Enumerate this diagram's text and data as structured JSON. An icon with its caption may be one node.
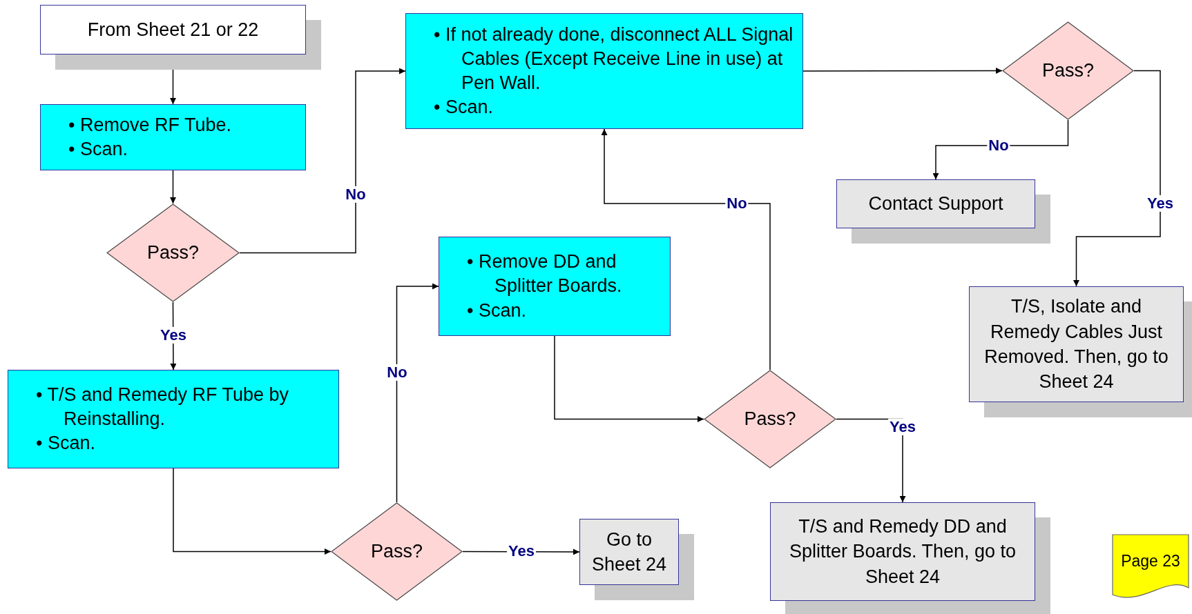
{
  "diagram": {
    "nodes": [
      {
        "text": [
          "From Sheet 21 or 22"
        ]
      },
      {
        "text": [
          "• Remove RF Tube.",
          "• Scan."
        ]
      },
      {
        "text": [
          "Pass?"
        ]
      },
      {
        "text": [
          "• T/S and Remedy RF Tube by Reinstalling.",
          "• Scan."
        ]
      },
      {
        "text": [
          "Pass?"
        ]
      },
      {
        "text": [
          "Go to Sheet 24"
        ]
      },
      {
        "text": [
          "• Remove DD and Splitter Boards.",
          "• Scan."
        ]
      },
      {
        "text": [
          "Pass?"
        ]
      },
      {
        "text": [
          "T/S and Remedy DD and Splitter Boards. Then, go to Sheet 24"
        ]
      },
      {
        "text": [
          "• If not already done, disconnect ALL Signal Cables (Except Receive Line in use) at Pen Wall.",
          "• Scan."
        ]
      },
      {
        "text": [
          "Pass?"
        ]
      },
      {
        "text": [
          "Contact Support"
        ]
      },
      {
        "text": [
          "T/S, Isolate and Remedy Cables Just Removed. Then, go to Sheet 24"
        ]
      },
      {
        "text": [
          "Page 23"
        ]
      }
    ],
    "edges": [
      {
        "from": 0,
        "to": 1,
        "arrow": "to"
      },
      {
        "from": 1,
        "to": 2,
        "arrow": "to"
      },
      {
        "from": 2,
        "to": 9,
        "arrow": "to",
        "label": "No"
      },
      {
        "from": 2,
        "to": 3,
        "arrow": "to",
        "label": "Yes"
      },
      {
        "from": 3,
        "to": 4,
        "arrow": "to"
      },
      {
        "from": 4,
        "to": 6,
        "arrow": "to",
        "label": "No"
      },
      {
        "from": 4,
        "to": 5,
        "arrow": "to",
        "label": "Yes"
      },
      {
        "from": 6,
        "to": 7,
        "arrow": "to"
      },
      {
        "from": 7,
        "to": 9,
        "arrow": "to",
        "label": "No"
      },
      {
        "from": 7,
        "to": 8,
        "arrow": "to",
        "label": "Yes"
      },
      {
        "from": 9,
        "to": 10,
        "arrow": "to"
      },
      {
        "from": 10,
        "to": 11,
        "arrow": "to",
        "label": "No"
      },
      {
        "from": 10,
        "to": 12,
        "arrow": "to",
        "label": "Yes"
      }
    ]
  }
}
